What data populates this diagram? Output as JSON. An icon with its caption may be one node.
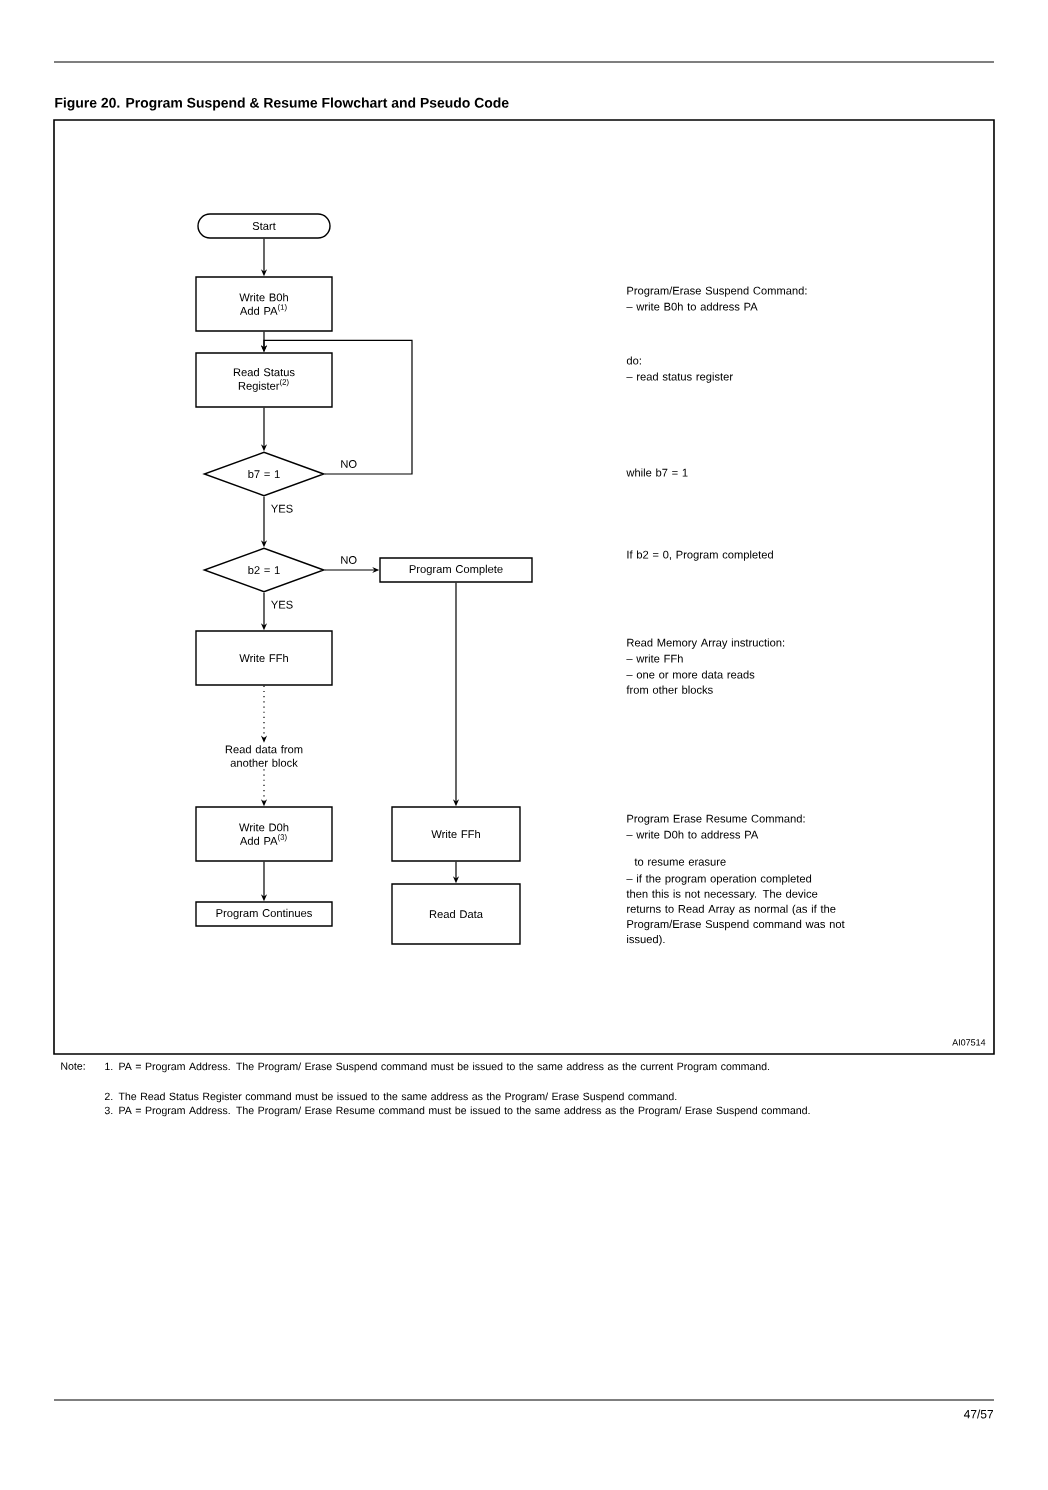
{
  "diagram": {
    "title": "Figure 20. Program Suspend & Resume Flowchart and Pseudo Code",
    "nodes": [
      {
        "text": [
          "Start"
        ]
      },
      {
        "text": [
          "Write B0h Add PA$^{(1)}$"
        ]
      },
      {
        "text": [
          "Read Status Register$^{(2)}$"
        ]
      },
      {
        "text": [
          "b7 = 1"
        ]
      },
      {
        "text": [
          "b2 = 1"
        ]
      },
      {
        "text": [
          "Program Complete"
        ]
      },
      {
        "text": [
          "Write FFh"
        ]
      },
      {
        "text": [
          "Read data from another block"
        ]
      },
      {
        "text": [
          "Write D0h Add PA$^{(3)}$"
        ]
      },
      {
        "text": [
          "Program Continues"
        ]
      },
      {
        "text": [
          "Write FFh"
        ]
      },
      {
        "text": [
          "Read Data"
        ]
      }
    ],
    "edges": [
      {
        "from": 0,
        "to": 1,
        "arrow": "to"
      },
      {
        "from": 1,
        "to": 2,
        "arrow": "to"
      },
      {
        "from": 2,
        "to": 3,
        "arrow": "to"
      },
      {
        "from": 3,
        "to": 2,
        "arrow": "to",
        "label": "NO"
      },
      {
        "from": 3,
        "to": 4,
        "arrow": "to",
        "label": "YES"
      },
      {
        "from": 4,
        "to": 5,
        "arrow": "to",
        "label": "NO"
      },
      {
        "from": 4,
        "to": 6,
        "arrow": "to",
        "label": "YES"
      },
      {
        "from": 6,
        "to": 7,
        "arrow": "to",
        "style": "dashed"
      },
      {
        "from": 7,
        "to": 8,
        "arrow": "to",
        "style": "dashed"
      },
      {
        "from": 8,
        "to": 9,
        "arrow": "to"
      },
      {
        "from": 5,
        "to": 10,
        "arrow": "to"
      },
      {
        "from": 10,
        "to": 11,
        "arrow": "to"
      }
    ],
    "labels": [
      "Program/Erase Suspend Command:",
      "– write B0h to address PA",
      "do:",
      "– read status register",
      "while b7 = 1",
      "If b2 = 0, Program completed",
      "Read Memory Array instruction:",
      "– write FFh",
      "– one or more data reads from other blocks",
      "Program Erase Resume Command:",
      "– write D0h to address PA",
      "to resume erasure",
      "– if the program operation completed then this is not necessary. The device returns to Read Array as normal (as if the Program/Erase Suspend command was not issued).",
      "AI07514",
      "Note:",
      "1. PA = Program Address. The Program/ Erase Suspend command must be issued to the same address as the current Program command.",
      "2. The Read Status Register command must be issued to the same address as the Program/ Erase Suspend command.",
      "3. PA = Program Address. The Program/ Erase Resume command must be issued to the same address as the Program/ Erase Suspend command.",
      "47/57"
    ]
  }
}
